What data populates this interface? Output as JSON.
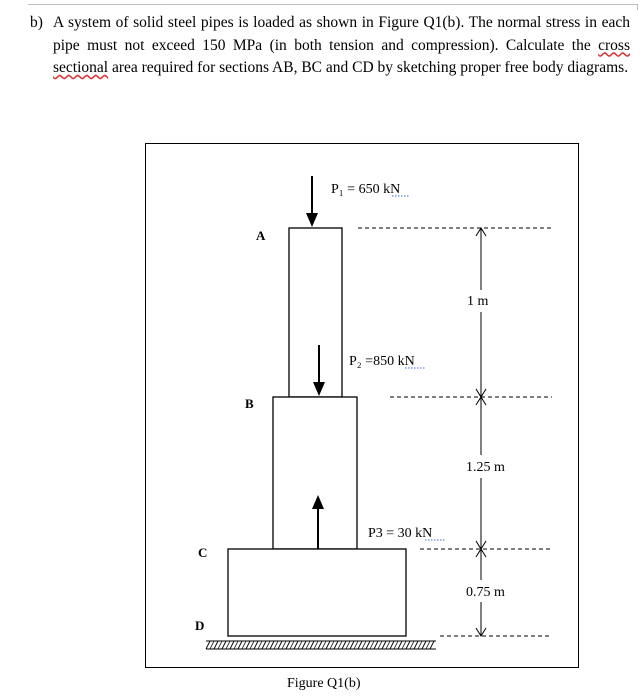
{
  "question": {
    "number": "b)",
    "text_part1": "A system of solid steel pipes is loaded as shown in Figure Q1(b). The normal stress in each pipe must not exceed 150 MPa (in both tension and compression). Calculate the ",
    "underlined": "cross sectional",
    "text_part2": " area required for sections AB, BC and CD by sketching proper free body diagrams."
  },
  "figure": {
    "p1_label": "P₁ = 650 kN",
    "p2_label": "P₂ =850 kN",
    "p3_label": "P3 = 30 kN",
    "point_a": "A",
    "point_b": "B",
    "point_c": "C",
    "point_d": "D",
    "dim_ab": "1 m",
    "dim_bc": "1.25 m",
    "dim_cd": "0.75 m",
    "caption": "Figure Q1(b)"
  }
}
